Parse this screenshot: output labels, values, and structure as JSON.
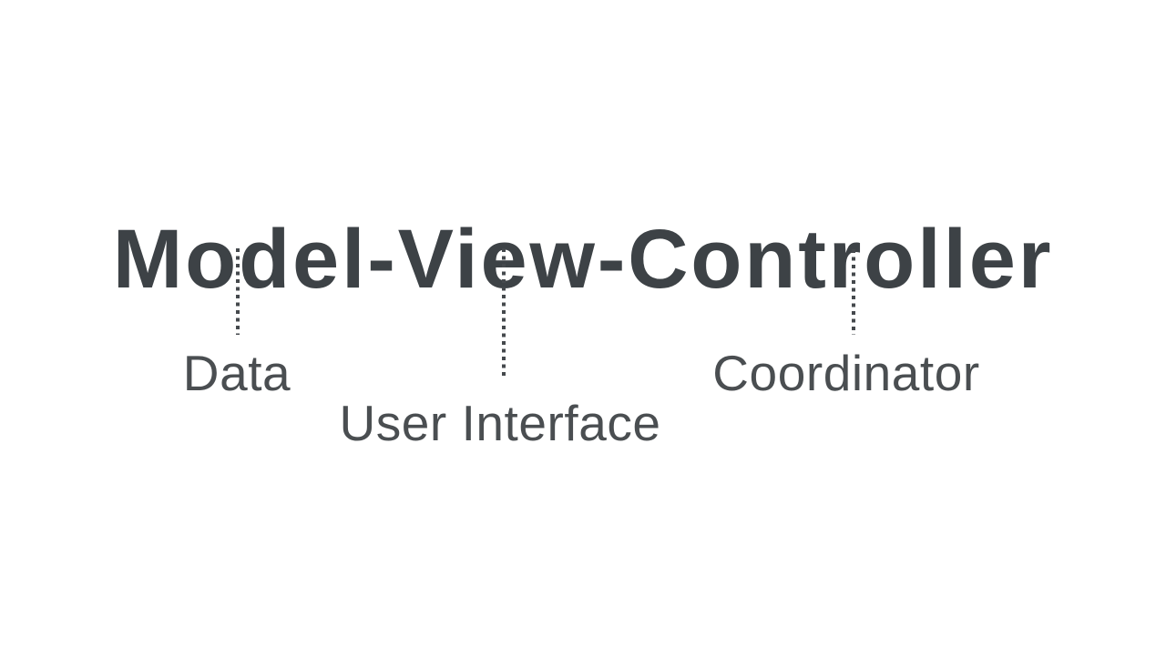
{
  "theme": {
    "background_color": "#ffffff",
    "title_color": "#3d4246",
    "label_color": "#4a4e51",
    "connector_color": "#45494d"
  },
  "diagram": {
    "title": "Model-View-Controller",
    "parts": [
      {
        "term": "Model",
        "meaning": "Data"
      },
      {
        "term": "View",
        "meaning": "User Interface"
      },
      {
        "term": "Controller",
        "meaning": "Coordinator"
      }
    ]
  }
}
